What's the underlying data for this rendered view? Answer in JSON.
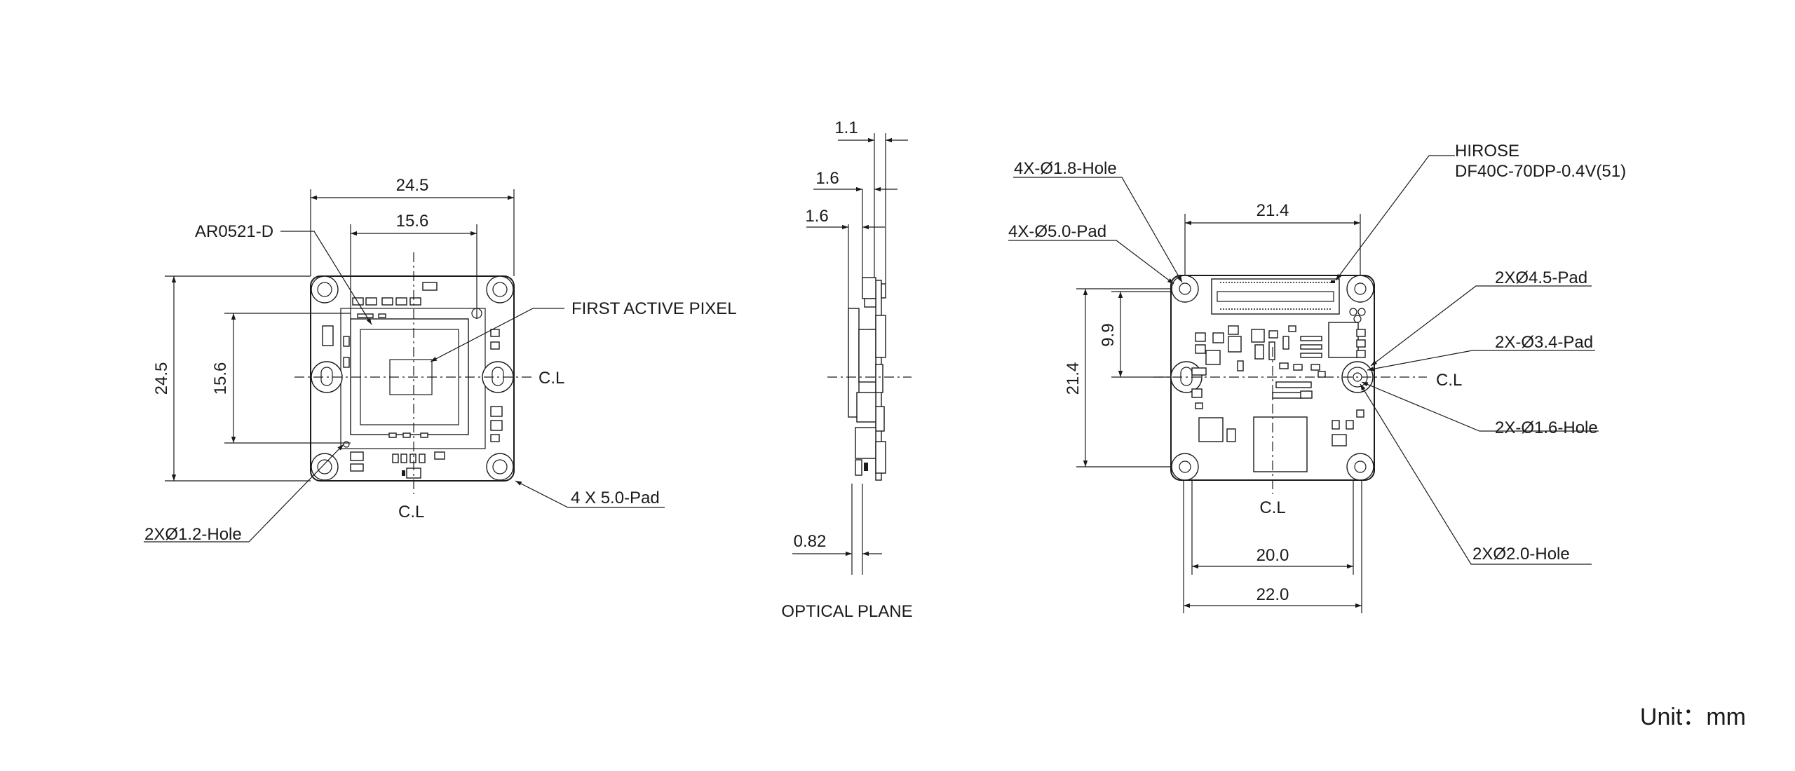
{
  "front_view": {
    "dim_width": "24.5",
    "dim_sensor_width": "15.6",
    "dim_height": "24.5",
    "dim_sensor_height": "15.6",
    "label_sensor": "AR0521-D",
    "label_first_pixel": "FIRST ACTIVE PIXEL",
    "label_cl_right": "C.L",
    "label_cl_bottom": "C.L",
    "label_hole": "2XØ1.2-Hole",
    "label_pad": "4 X 5.0-Pad"
  },
  "side_view": {
    "dim_a": "1.1",
    "dim_b": "1.6",
    "dim_c": "1.6",
    "dim_d": "0.82",
    "label_optical_plane": "OPTICAL PLANE"
  },
  "back_view": {
    "label_hole_4x": "4X-Ø1.8-Hole",
    "label_pad_4x": "4X-Ø5.0-Pad",
    "label_connector_1": "HIROSE",
    "label_connector_2": "DF40C-70DP-0.4V(51)",
    "label_pad_45": "2XØ4.5-Pad",
    "label_pad_34": "2X-Ø3.4-Pad",
    "label_hole_16": "2X-Ø1.6-Hole",
    "label_hole_20": "2XØ2.0-Hole",
    "label_cl_right": "C.L",
    "label_cl_bottom": "C.L",
    "dim_top": "21.4",
    "dim_left": "21.4",
    "dim_9_9": "9.9",
    "dim_20": "20.0",
    "dim_22": "22.0"
  },
  "footer": {
    "unit_label": "Unit：mm"
  }
}
